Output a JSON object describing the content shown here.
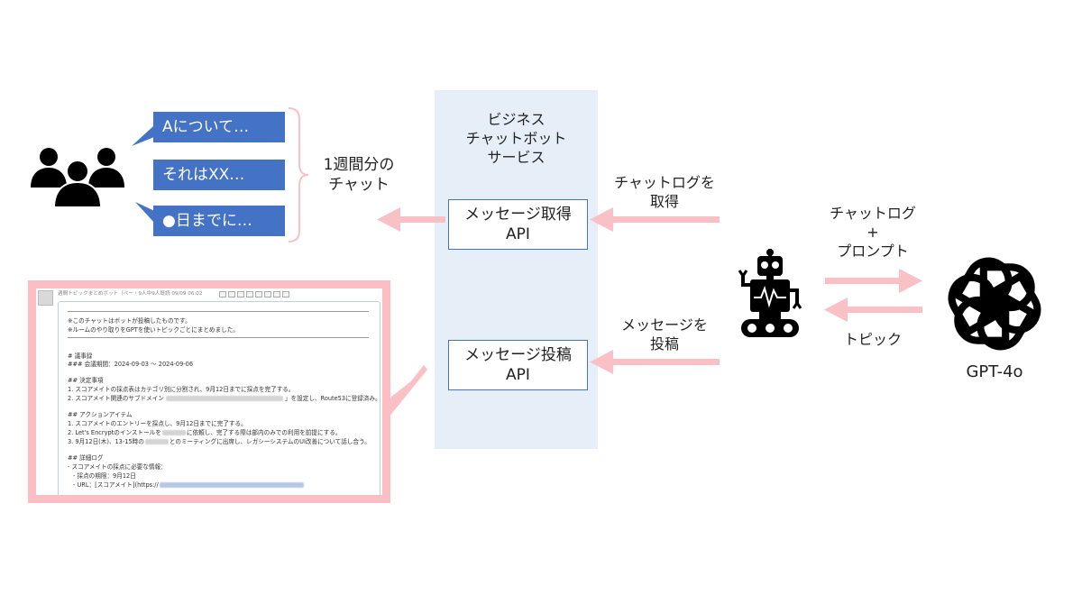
{
  "users": {
    "icon": "users-group-icon"
  },
  "bubbles": [
    {
      "text": "Aについて…"
    },
    {
      "text": "それはXX…"
    },
    {
      "text": "●日までに…"
    }
  ],
  "weekly_chat": {
    "line1": "1週間分の",
    "line2": "チャット"
  },
  "service": {
    "line1": "ビジネス",
    "line2": "チャットボット",
    "line3": "サービス"
  },
  "api_get": {
    "line1": "メッセージ取得",
    "line2": "API"
  },
  "api_post": {
    "line1": "メッセージ投稿",
    "line2": "API"
  },
  "labels": {
    "get_log_1": "チャットログを",
    "get_log_2": "取得",
    "post_msg_1": "メッセージを",
    "post_msg_2": "投稿",
    "to_gpt_1": "チャットログ",
    "to_gpt_2": "+",
    "to_gpt_3": "プロンプト",
    "from_gpt": "トピック"
  },
  "robot": {
    "icon": "robot-icon"
  },
  "gpt": {
    "icon": "openai-logo-icon",
    "label": "GPT-4o"
  },
  "colors": {
    "accent_blue": "#4472c4",
    "arrow_pink": "#f9c0c5",
    "panel_bg": "#e6eef8",
    "frame_pink": "#fdbec3"
  },
  "chat_post": {
    "header": "週間トピックまとめボット（ベー・9人中9人既読 09/09 06:02",
    "lines": [
      "※このチャットはボットが投稿したものです。",
      "※ルームのやり取りをGPTを使いトピックごとにまとめました。",
      "# 議事録",
      "### 会議期間：2024-09-03 ～ 2024-09-06",
      "## 決定事項",
      "1. スコアメイトの採点表はカテゴリ別に分割され、9月12日までに採点を完了する。",
      "2. スコアメイト関連のサブドメイン",
      "」を設定し、Route53に登録済み。",
      "## アクションアイテム",
      "1. スコアメイトのエントリーを採点し、9月12日までに完了する。",
      "2. Let's Encryptのインストールを",
      "に依頼し、完了する際は部内のみでの利用を前提にする。",
      "3. 9月12日(木)、13-15時の",
      "とのミーティングに出席し、レガシーシステムのUI改善について話し合う。",
      "## 詳細ログ",
      "- スコアメイトの採点に必要な情報：",
      "- 採点の期限：9月12日",
      "- URL：[スコアメイト](https://"
    ]
  }
}
